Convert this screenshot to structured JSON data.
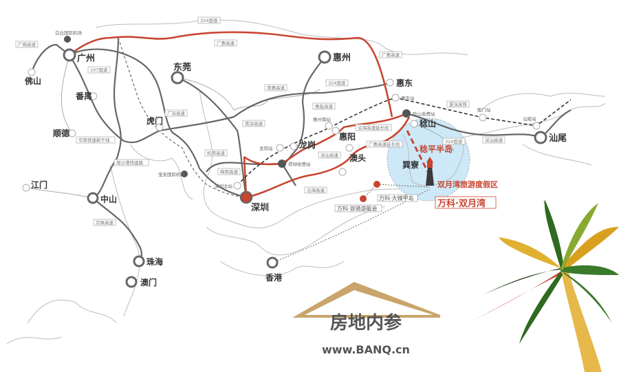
{
  "cities": {
    "guangzhou": "广州",
    "foshan": "佛山",
    "panyu": "番禺",
    "shunde": "顺德",
    "humen": "虎门",
    "dongguan": "东莞",
    "huizhou": "惠州",
    "huidong": "惠东",
    "renshan": "稔山",
    "shanwei": "汕尾",
    "huiyang": "惠阳",
    "longgang": "龙岗",
    "aotou": "澳头",
    "shenzhen": "深圳",
    "zhongshan": "中山",
    "jiangmen": "江门",
    "zhuhai": "珠海",
    "macau": "澳门",
    "hongkong": "香港",
    "xunliao": "巽寮"
  },
  "stations": {
    "baiyun_airport": "白云国际机场",
    "baoan_airport": "宝安国际机场",
    "huidong_station": "惠东站",
    "renshan_toll": "稔山收费站",
    "houmen_station": "鲘门站",
    "shanwei_station": "汕尾站",
    "huizhou_south": "惠州南站",
    "longgang_station": "龙岗站",
    "heao_toll": "荷坳收费站",
    "shenzhen_north": "深圳北站"
  },
  "roads": {
    "r324_top": "324国道",
    "guanghui": "广惠高速",
    "guangfo": "广佛高速",
    "r107": "107国道",
    "guanhui": "莞惠高速",
    "guangshen": "广深高速",
    "guanshen": "莞深高速",
    "huananxin": "华南快速新干线",
    "jihe": "机荷高速",
    "nanshagang": "南沙港快速路",
    "meiguan": "梅观高速",
    "jingzhu": "京珠高速",
    "guanghui_east": "广惠高速",
    "r324_mid": "324国道",
    "huiyan": "惠盐高速",
    "xiashen_rail": "厦深高铁",
    "yanhai_ext": "沿海高速延长段",
    "guanghui_ext": "广惠高速延长段",
    "shenshan": "深汕高速",
    "r324_east": "324国道",
    "shenshan_east": "深汕高速",
    "yanhai": "沿海高速"
  },
  "highlights": {
    "peninsula": "稔平半岛",
    "resort": "双月湾旅游度假区",
    "project": "万科·双月湾",
    "dalajia": "万科·大辣甲岛",
    "langqi": "万科·浪骑游艇会"
  },
  "logo": {
    "name": "房地内参",
    "url": "www.BANQ.cn"
  },
  "colors": {
    "accent": "#c8452f",
    "bubble": "#cde8f7",
    "road": "#666666"
  }
}
